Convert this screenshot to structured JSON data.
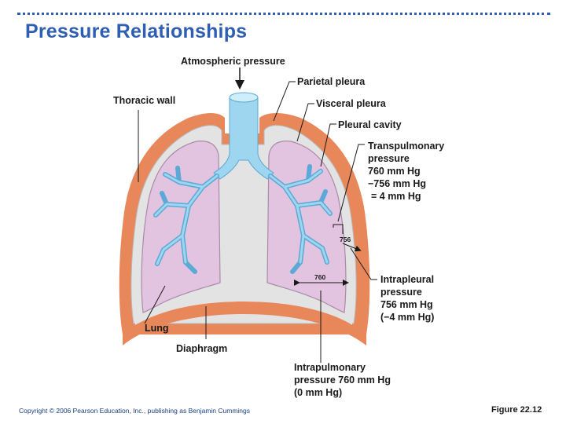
{
  "title": "Pressure Relationships",
  "labels": {
    "atmospheric": "Atmospheric pressure",
    "parietal": "Parietal pleura",
    "visceral": "Visceral pleura",
    "cavity": "Pleural cavity",
    "thoracic_wall": "Thoracic wall",
    "transpulmonary": [
      "Transpulmonary",
      "pressure",
      "760 mm Hg",
      "−756 mm Hg",
      "= 4 mm Hg"
    ],
    "intrapleural": [
      "Intrapleural",
      "pressure",
      "756 mm Hg",
      "(−4 mm Hg)"
    ],
    "intrapulmonary": [
      "Intrapulmonary",
      "pressure 760 mm Hg",
      "(0 mm Hg)"
    ],
    "lung": "Lung",
    "diaphragm": "Diaphragm",
    "value_756": "756",
    "value_760": "760"
  },
  "footer": {
    "copyright": "Copyright © 2006 Pearson Education, Inc., publishing as Benjamin Cummings",
    "figure": "Figure 22.12"
  },
  "colors": {
    "title": "#2f5fb2",
    "parietal_orange": "#e8875a",
    "pleural_gray": "#e3e3e3",
    "lung_pink": "#e2c3e0",
    "airway_blue": "#9dd6ee",
    "airway_dark": "#5aa9d6"
  }
}
